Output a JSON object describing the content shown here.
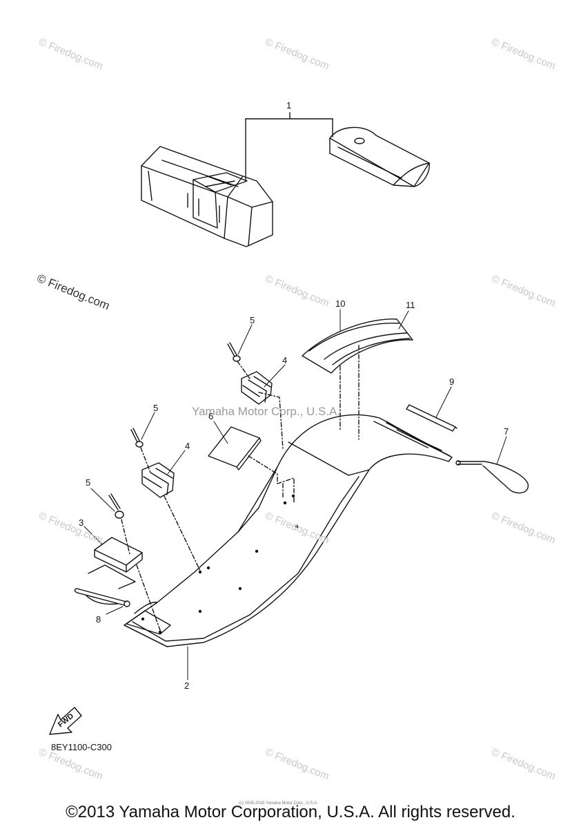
{
  "watermarks": [
    "© Firedog.com",
    "© Firedog.com",
    "© Firedog.com",
    "© Firedog.com",
    "© Firedog.com",
    "© Firedog.com",
    "© Firedog.com",
    "© Firedog.com",
    "© Firedog.com",
    "© Firedog.com",
    "© Firedog.com",
    "© Firedog.com"
  ],
  "center_watermark": "Yamaha Motor Corp., U.S.A.",
  "callouts": {
    "c1": "1",
    "c2": "2",
    "c3": "3",
    "c4a": "4",
    "c4b": "4",
    "c5a": "5",
    "c5b": "5",
    "c5c": "5",
    "c6": "6",
    "c7": "7",
    "c8": "8",
    "c9": "9",
    "c10": "10",
    "c11": "11"
  },
  "fwd_label": "FWD",
  "diagram_code": "8EY1100-C300",
  "tiny_copyright": "(c) 2005-2015 Yamaha Motor Corp., U.S.A.",
  "footer": "©2013 Yamaha Motor Corporation, U.S.A. All rights reserved."
}
